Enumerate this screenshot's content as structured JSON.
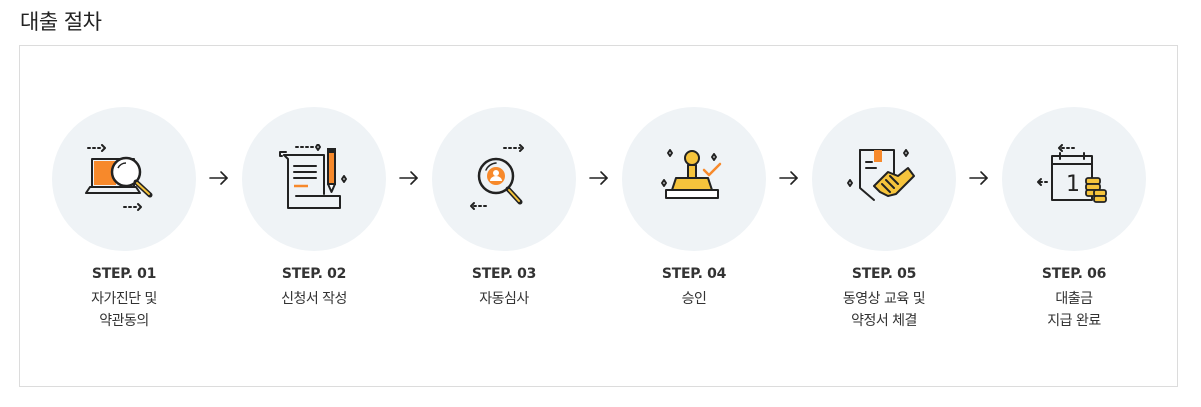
{
  "page": {
    "title": "대출 절차"
  },
  "steps": [
    {
      "label": "STEP. 01",
      "desc": [
        "자가진단 및",
        "약관동의"
      ],
      "icon": "laptop-magnifier-icon"
    },
    {
      "label": "STEP. 02",
      "desc": [
        "신청서 작성"
      ],
      "icon": "document-pen-icon"
    },
    {
      "label": "STEP. 03",
      "desc": [
        "자동심사"
      ],
      "icon": "person-search-icon"
    },
    {
      "label": "STEP. 04",
      "desc": [
        "승인"
      ],
      "icon": "approval-stamp-icon"
    },
    {
      "label": "STEP. 05",
      "desc": [
        "동영상 교육 및",
        "약정서 체결"
      ],
      "icon": "handshake-contract-icon"
    },
    {
      "label": "STEP. 06",
      "desc": [
        "대출금",
        "지급 완료"
      ],
      "icon": "calendar-coins-icon"
    }
  ],
  "calendar_day": "1",
  "colors": {
    "accent_orange": "#f7892b",
    "accent_yellow": "#f6c43c",
    "circle_bg": "#eff3f6",
    "border": "#dcdcdc"
  }
}
